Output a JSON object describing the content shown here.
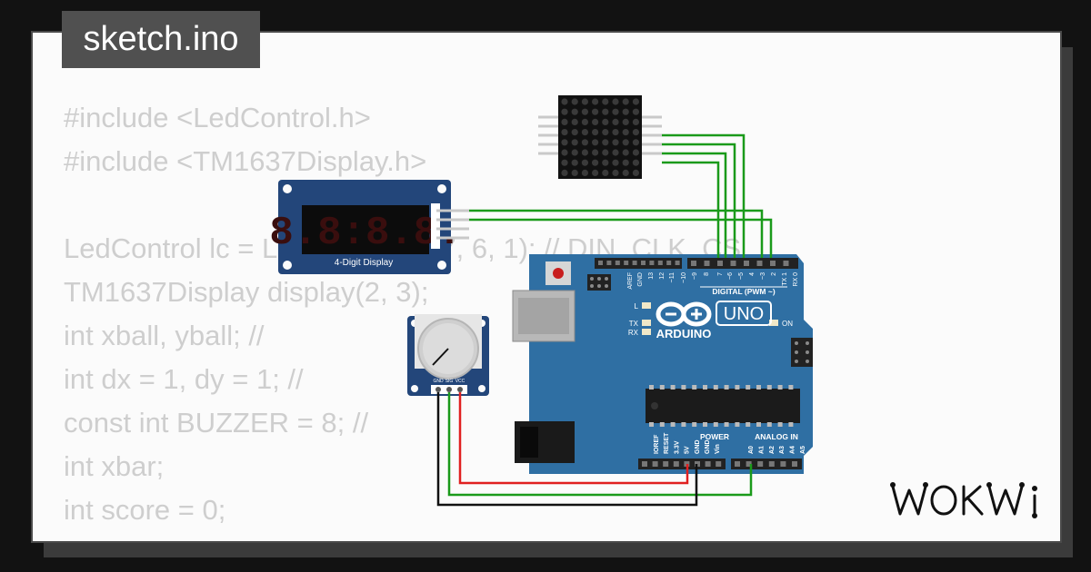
{
  "window": {
    "title": "sketch.ino"
  },
  "code": {
    "lines": [
      "#include <LedControl.h>",
      "#include <TM1637Display.h>",
      "",
      "LedControl lc = LedControl(5, 7, 6, 1); // DIN, CLK, CS",
      "TM1637Display display(2, 3);",
      "int xball, yball; //",
      "int dx = 1, dy = 1; //",
      "const int BUZZER = 8; //",
      "int xbar;",
      "int score = 0;"
    ]
  },
  "components": {
    "seg_display": {
      "digits": "8.8:8.8.",
      "label": "4-Digit Display"
    },
    "potentiometer": {
      "pins": [
        "GND",
        "SIG",
        "VCC"
      ]
    },
    "arduino": {
      "brand": "ARDUINO",
      "model": "UNO",
      "digital_label": "DIGITAL (PWM ~)",
      "power_label": "POWER",
      "analog_label": "ANALOG IN",
      "on_label": "ON",
      "l_label": "L",
      "tx_label": "TX",
      "rx_label": "RX",
      "top_pins": [
        "AREF",
        "GND",
        "13",
        "12",
        "~11",
        "~10",
        "~9",
        "8",
        "7",
        "~6",
        "~5",
        "4",
        "~3",
        "2",
        "TX 1",
        "RX 0"
      ],
      "power_pins": [
        "IOREF",
        "RESET",
        "3.3V",
        "5V",
        "GND",
        "GND",
        "Vin"
      ],
      "analog_pins": [
        "A0",
        "A1",
        "A2",
        "A3",
        "A4",
        "A5"
      ]
    }
  },
  "branding": {
    "logo_text": "WOKWi"
  },
  "colors": {
    "board": "#2f6fa3",
    "wire_green": "#1a9a1a",
    "wire_red": "#e02020",
    "wire_black": "#111111",
    "display_red": "#ff2a2a"
  }
}
